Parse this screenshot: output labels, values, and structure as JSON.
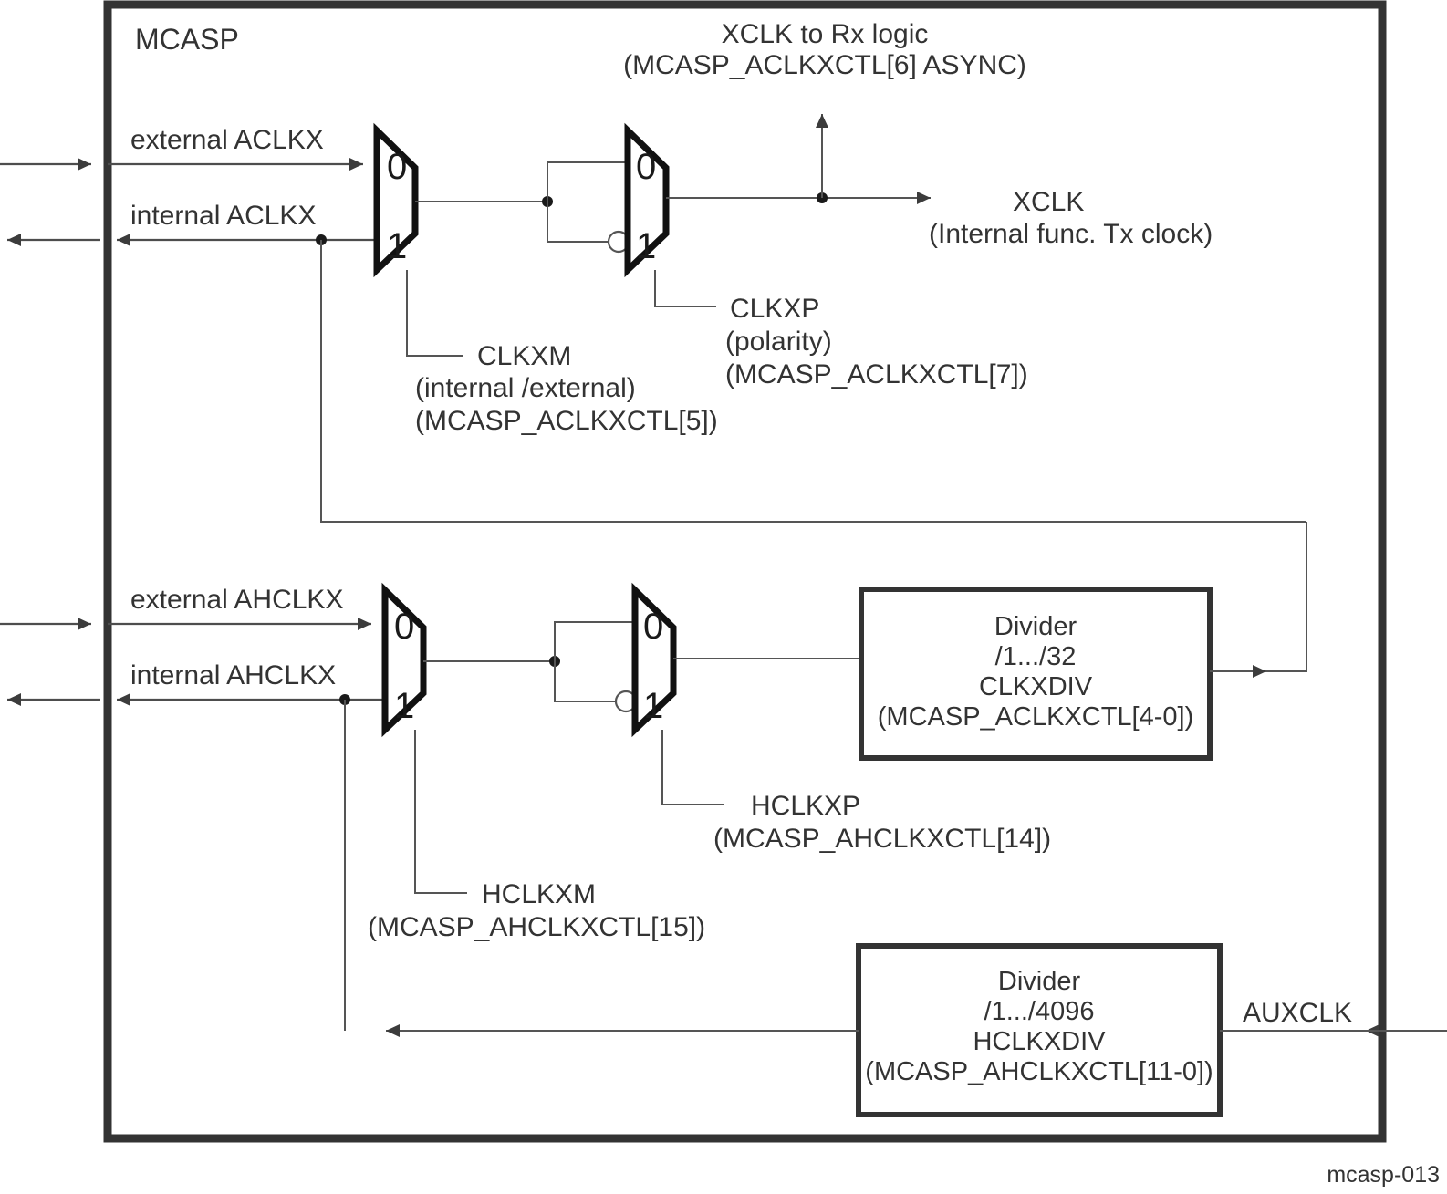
{
  "diagram": {
    "title": "MCASP",
    "caption": "mcasp-013",
    "colors": {
      "line": "#4d4d4d",
      "border": "#333333",
      "text": "#333333",
      "background": "#ffffff"
    },
    "inputs": {
      "external_aclkx": "external ACLKX",
      "internal_aclkx": "internal ACLKX",
      "external_ahclkx": "external AHCLKX",
      "internal_ahclkx": "internal AHCLKX",
      "auxclk": "AUXCLK"
    },
    "outputs": {
      "xclk_rx_line1": "XCLK to Rx logic",
      "xclk_rx_line2": "(MCASP_ACLKXCTL[6] ASYNC)",
      "xclk_line1": "XCLK",
      "xclk_line2": "(Internal func. Tx clock)"
    },
    "mux_ports": {
      "zero": "0",
      "one": "1"
    },
    "muxes": [
      {
        "id": "aclkx-source-mux",
        "select_label": "CLKXM",
        "select_desc": "(internal /external)",
        "select_reg": "(MCASP_ACLKXCTL[5])"
      },
      {
        "id": "aclkx-polarity-mux",
        "select_label": "CLKXP",
        "select_desc": "(polarity)",
        "select_reg": "(MCASP_ACLKXCTL[7])"
      },
      {
        "id": "ahclkx-source-mux",
        "select_label": "HCLKXM",
        "select_desc": "",
        "select_reg": "(MCASP_AHCLKXCTL[15])"
      },
      {
        "id": "ahclkx-polarity-mux",
        "select_label": "HCLKXP",
        "select_desc": "",
        "select_reg": "(MCASP_AHCLKXCTL[14])"
      }
    ],
    "dividers": [
      {
        "id": "clkxdiv",
        "line1": "Divider",
        "line2": "/1.../32",
        "line3": "CLKXDIV",
        "line4": "(MCASP_ACLKXCTL[4-0])"
      },
      {
        "id": "hclkxdiv",
        "line1": "Divider",
        "line2": "/1.../4096",
        "line3": "HCLKXDIV",
        "line4": "(MCASP_AHCLKXCTL[11-0])"
      }
    ]
  }
}
